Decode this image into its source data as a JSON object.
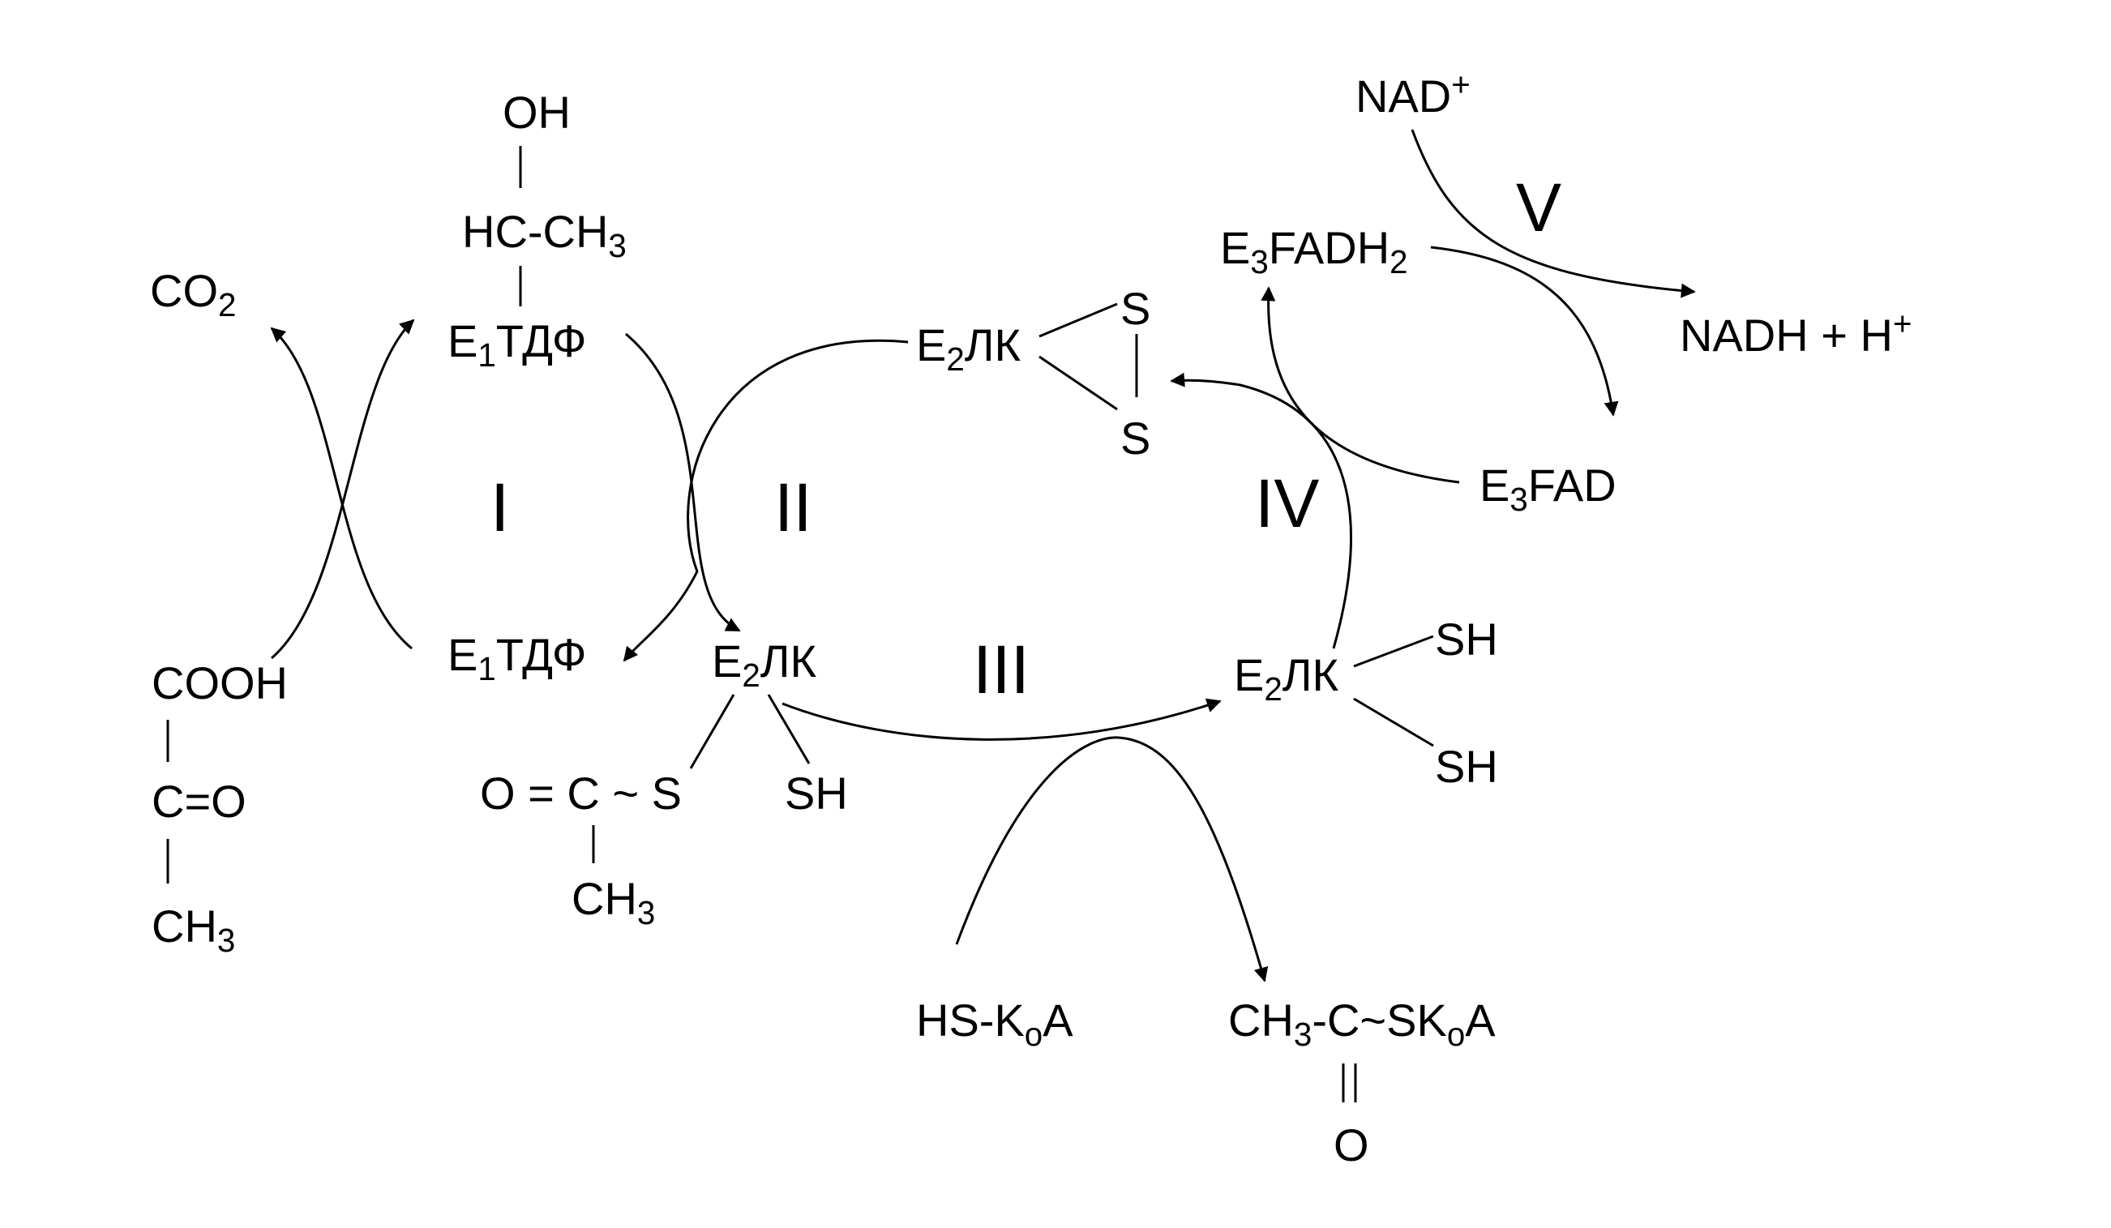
{
  "colors": {
    "ink": "#000000",
    "background": "#ffffff"
  },
  "steps": {
    "I": "I",
    "II": "II",
    "III": "III",
    "IV": "IV",
    "V": "V"
  },
  "species": {
    "hydroxyethyl": {
      "oh": "OH",
      "hc": "HC-CH",
      "hc_sub": "3"
    },
    "co2": {
      "main": "CO",
      "sub": "2"
    },
    "e1tdf_top": {
      "a": "E",
      "sub": "1",
      "b": "ТДФ"
    },
    "e1tdf_bottom": {
      "a": "E",
      "sub": "1",
      "b": "ТДФ"
    },
    "pyruvate": {
      "cooh": "COOH",
      "co": "C=O",
      "ch3": "CH",
      "ch3_sub": "3"
    },
    "e2lk_oxidized": {
      "a": "E",
      "sub": "2",
      "b": "ЛК",
      "s1": "S",
      "s2": "S"
    },
    "e2lk_acetyl": {
      "a": "E",
      "sub": "2",
      "b": "ЛК",
      "oc": "O = C ~ S",
      "sh": "SH",
      "ch3": "CH",
      "ch3_sub": "3"
    },
    "e2lk_reduced": {
      "a": "E",
      "sub": "2",
      "b": "ЛК",
      "sh1": "SH",
      "sh2": "SH"
    },
    "e3fadh2": {
      "a": "E",
      "sub": "3",
      "b": "FADH",
      "sub2": "2"
    },
    "e3fad": {
      "a": "E",
      "sub": "3",
      "b": "FAD"
    },
    "nad": {
      "main": "NAD",
      "sup": "+"
    },
    "nadh": {
      "main": "NADH + H",
      "sup": "+"
    },
    "hs_coa": {
      "a": "HS-K",
      "sub": "o",
      "b": "A"
    },
    "acetyl_coa": {
      "a": "CH",
      "sub": "3",
      "b": "-C~SK",
      "sub2": "o",
      "c": "A",
      "o": "O"
    }
  }
}
